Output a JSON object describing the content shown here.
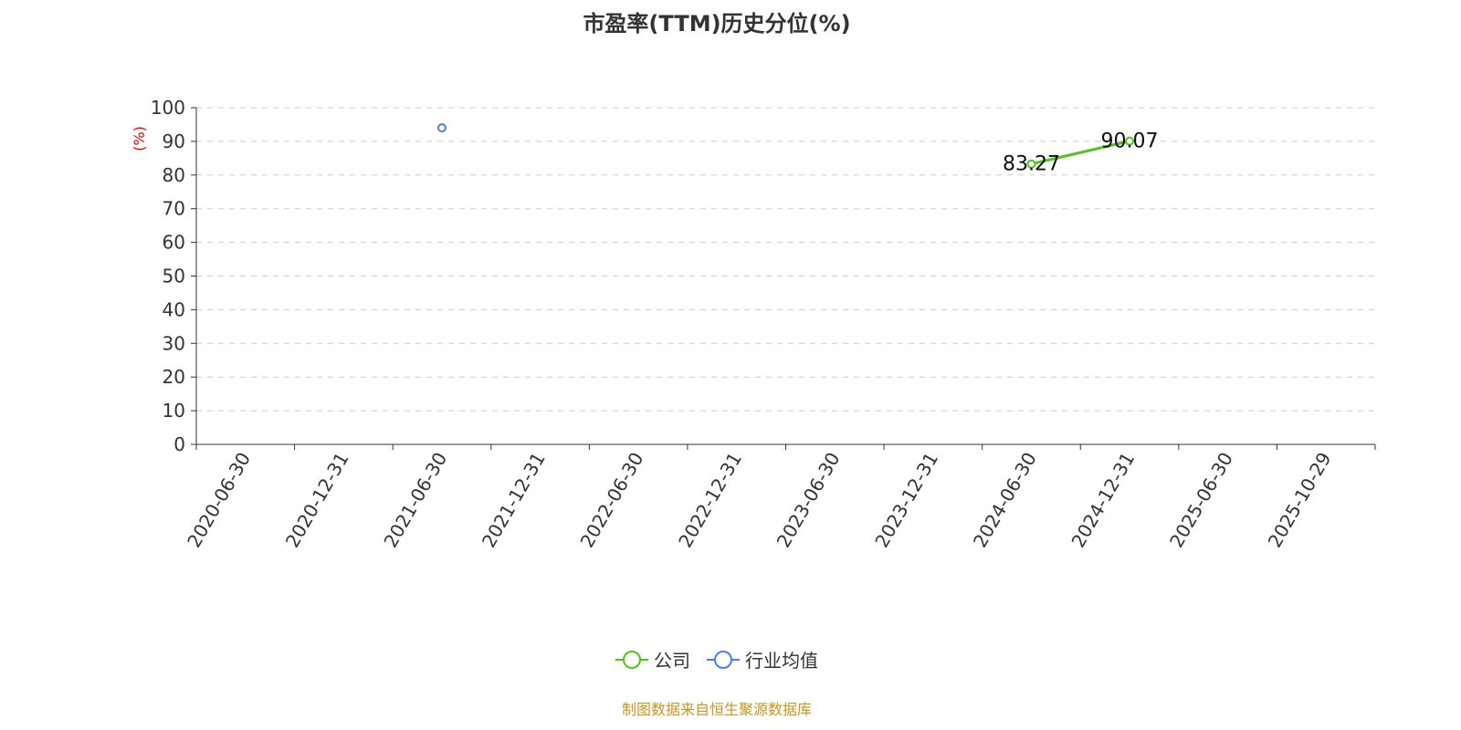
{
  "chart_data": {
    "type": "line",
    "title": "市盈率(TTM)历史分位(%)",
    "ylabel": "(%)",
    "xlabel": "",
    "ylim": [
      0,
      100
    ],
    "yticks": [
      "0",
      "10",
      "20",
      "30",
      "40",
      "50",
      "60",
      "70",
      "80",
      "90",
      "100"
    ],
    "categories": [
      "2020-06-30",
      "2020-12-31",
      "2021-06-30",
      "2021-12-31",
      "2022-06-30",
      "2022-12-31",
      "2023-06-30",
      "2023-12-31",
      "2024-06-30",
      "2024-12-31",
      "2025-06-30",
      "2025-10-29"
    ],
    "grid": true,
    "legend_position": "bottom",
    "series": [
      {
        "name": "公司",
        "color": "#52c41a",
        "values": [
          null,
          null,
          null,
          null,
          null,
          null,
          null,
          null,
          83.27,
          90.07,
          null,
          null
        ],
        "labels": [
          "",
          "",
          "",
          "",
          "",
          "",
          "",
          "",
          "83.27",
          "90.07",
          "",
          ""
        ]
      },
      {
        "name": "行业均值",
        "color": "#4a7fe5",
        "values": [
          null,
          null,
          94,
          null,
          null,
          null,
          null,
          null,
          null,
          null,
          null,
          null
        ]
      }
    ]
  },
  "source": "制图数据来自恒生聚源数据库"
}
